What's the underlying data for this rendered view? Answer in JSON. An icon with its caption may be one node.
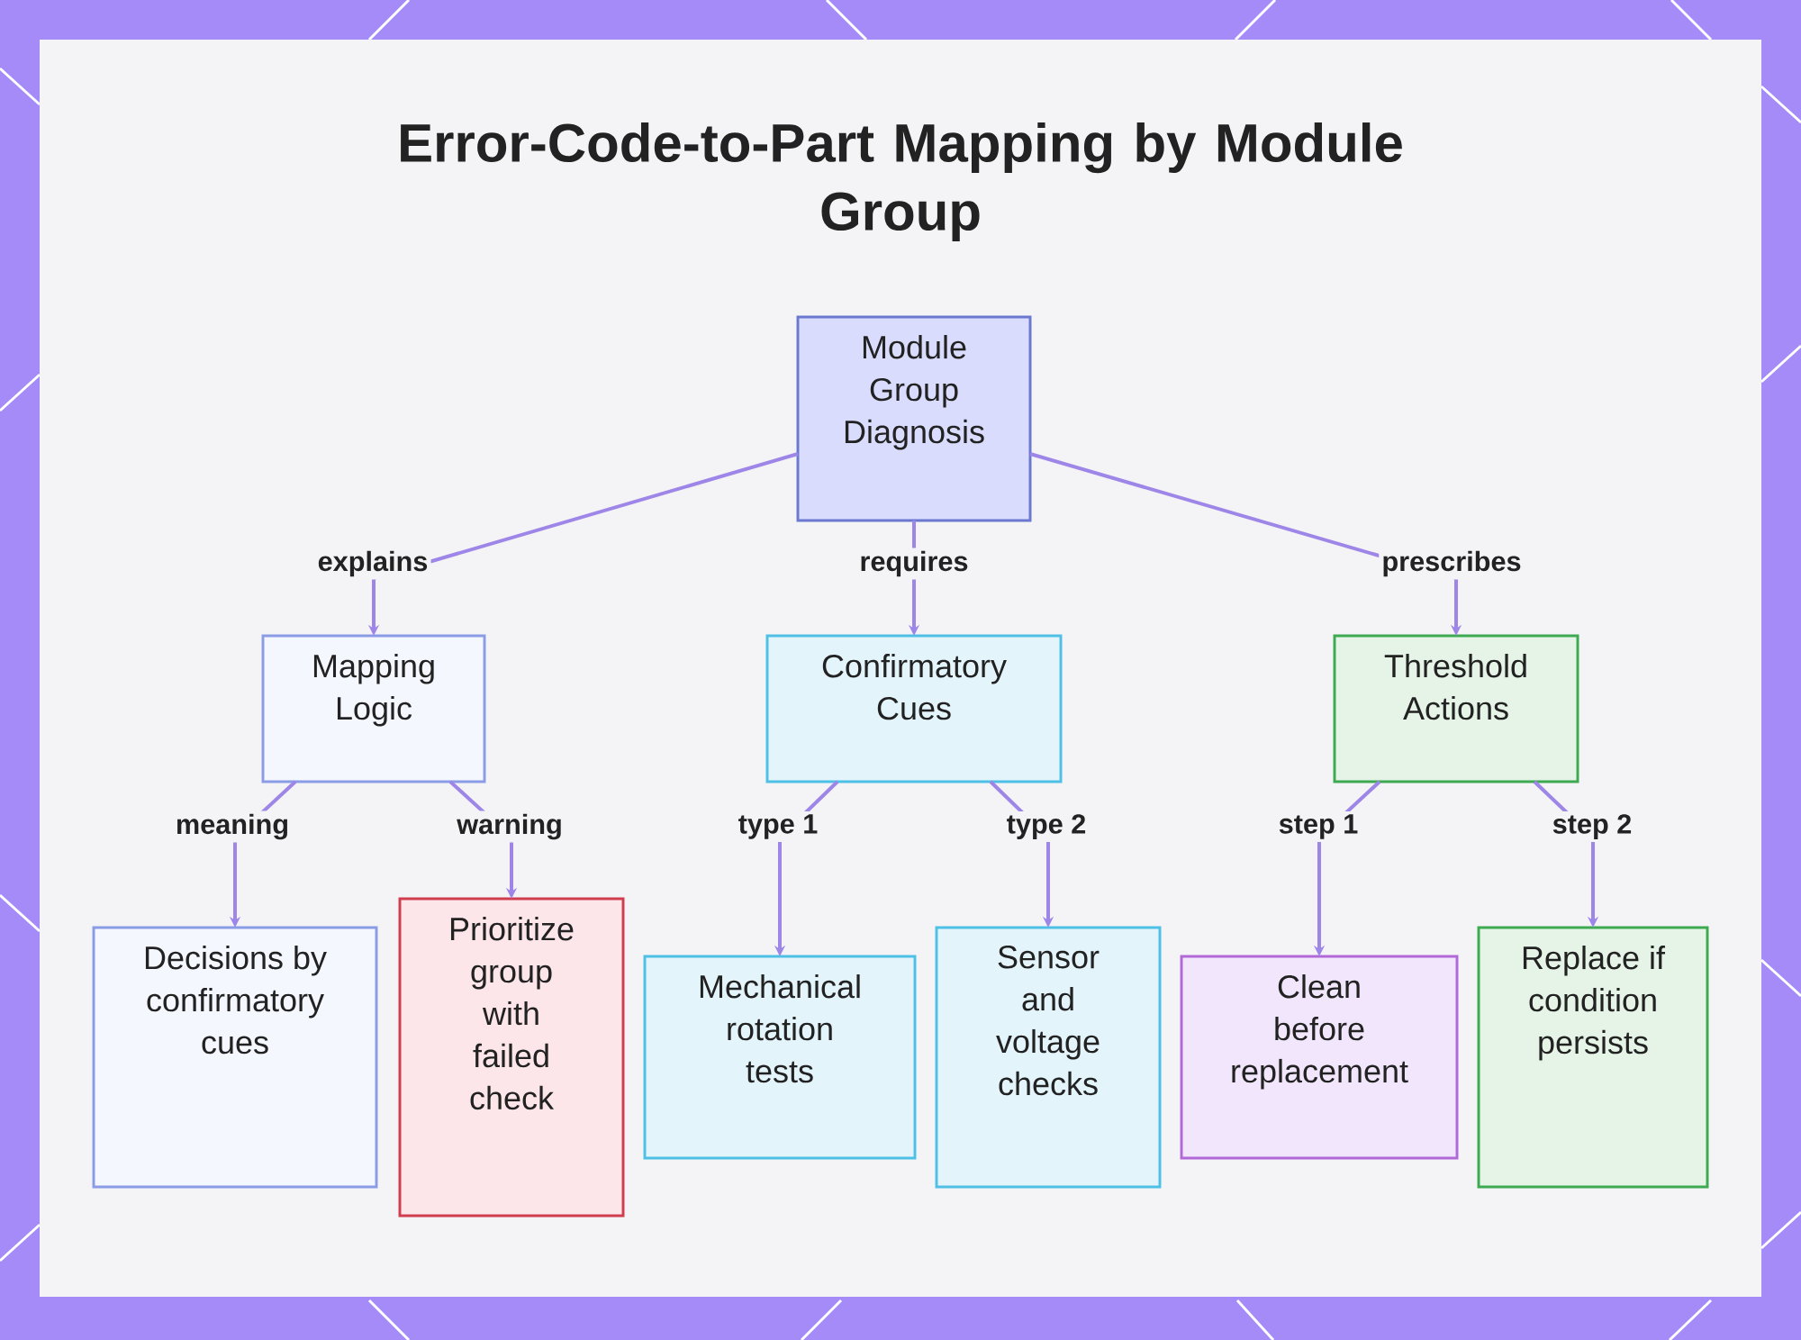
{
  "diagram": {
    "title": "Error-Code-to-Part Mapping by Module Group",
    "nodes": [
      {
        "text": [
          "Module Group Diagnosis"
        ]
      },
      {
        "text": [
          "Mapping Logic"
        ]
      },
      {
        "text": [
          "Confirmatory Cues"
        ]
      },
      {
        "text": [
          "Threshold Actions"
        ]
      },
      {
        "text": [
          "Decisions by confirmatory cues"
        ]
      },
      {
        "text": [
          "Prioritize group with failed check"
        ]
      },
      {
        "text": [
          "Mechanical rotation tests"
        ]
      },
      {
        "text": [
          "Sensor and voltage checks"
        ]
      },
      {
        "text": [
          "Clean before replacement"
        ]
      },
      {
        "text": [
          "Replace if condition persists"
        ]
      }
    ],
    "edges": [
      {
        "from": 0,
        "to": 1,
        "arrow": "to",
        "label": "explains"
      },
      {
        "from": 0,
        "to": 2,
        "arrow": "to",
        "label": "requires"
      },
      {
        "from": 0,
        "to": 3,
        "arrow": "to",
        "label": "prescribes"
      },
      {
        "from": 1,
        "to": 4,
        "arrow": "to",
        "label": "meaning"
      },
      {
        "from": 1,
        "to": 5,
        "arrow": "to",
        "label": "warning"
      },
      {
        "from": 2,
        "to": 6,
        "arrow": "to",
        "label": "type 1"
      },
      {
        "from": 2,
        "to": 7,
        "arrow": "to",
        "label": "type 2"
      },
      {
        "from": 3,
        "to": 8,
        "arrow": "to",
        "label": "step 1"
      },
      {
        "from": 3,
        "to": 9,
        "arrow": "to",
        "label": "step 2"
      }
    ]
  }
}
